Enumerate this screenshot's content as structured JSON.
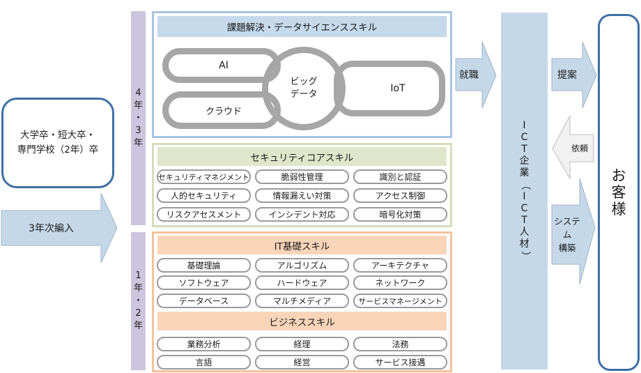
{
  "left": {
    "graduate_box": {
      "line1": "大学卒・短大卒・",
      "line2": "専門学校（2年）卒"
    },
    "transfer_arrow": {
      "label": "3年次編入"
    }
  },
  "year_bars": {
    "upper": [
      "4",
      "年",
      "・",
      "3",
      "年"
    ],
    "lower": [
      "1",
      "年",
      "・",
      "2",
      "年"
    ]
  },
  "sections": {
    "data_science": {
      "title": "課題解決・データサイエンススキル",
      "venn": {
        "ai": "AI",
        "cloud": "クラウド",
        "bigdata_line1": "ビッグ",
        "bigdata_line2": "データ",
        "iot": "IoT"
      }
    },
    "security": {
      "title": "セキュリティコアスキル",
      "items": [
        "セキュリティマネジメント",
        "脆弱性管理",
        "識別と認証",
        "人的セキュリティ",
        "情報漏えい対策",
        "アクセス制御",
        "リスクアセスメント",
        "インシデント対応",
        "暗号化対策"
      ]
    },
    "it_basic": {
      "title": "IT基礎スキル",
      "items": [
        "基礎理論",
        "アルゴリズム",
        "アーキテクチャ",
        "ソフトウェア",
        "ハードウェア",
        "ネットワーク",
        "データベース",
        "マルチメディア",
        "サービスマネージメント"
      ]
    },
    "business": {
      "title": "ビジネススキル",
      "items": [
        "業務分析",
        "経理",
        "法務",
        "言語",
        "経営",
        "サービス接遇"
      ]
    }
  },
  "flow": {
    "employment_arrow": "就職",
    "ict_company": [
      "I",
      "C",
      "T",
      "企",
      "業",
      "（",
      "I",
      "C",
      "T",
      "人",
      "材",
      "）"
    ],
    "proposal_arrow": "提案",
    "request_arrow": "依頼",
    "system_build_arrow_line1": "システム",
    "system_build_arrow_line2": "構築",
    "customer": [
      "お",
      "客",
      "様"
    ]
  },
  "colors": {
    "arrow_fill": "#c5d8e8",
    "arrow_stroke": "#a0b4c8",
    "request_fill": "#f2f2f2",
    "dark_blue_border": "#3d6fa3",
    "year_bar": "#cdc5dd",
    "ds_header": "#c5d9eb",
    "security_header": "#dfe6cb",
    "it_header": "#f8d5b9",
    "ring": "#a6a6a6"
  }
}
